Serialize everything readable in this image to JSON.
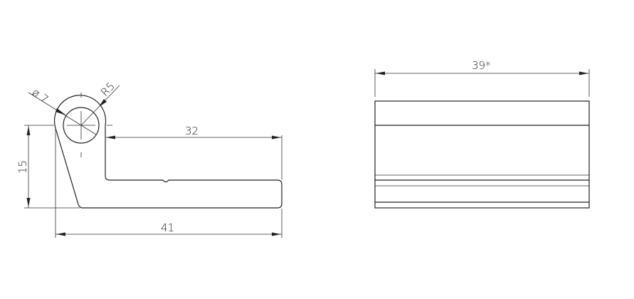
{
  "drawing": {
    "side_view": {
      "diameter_label": "ø 7",
      "radius_label": "R5",
      "dim_height": "15",
      "dim_arm_length": "32",
      "dim_total_length": "41"
    },
    "front_view": {
      "dim_width": "39*"
    }
  }
}
